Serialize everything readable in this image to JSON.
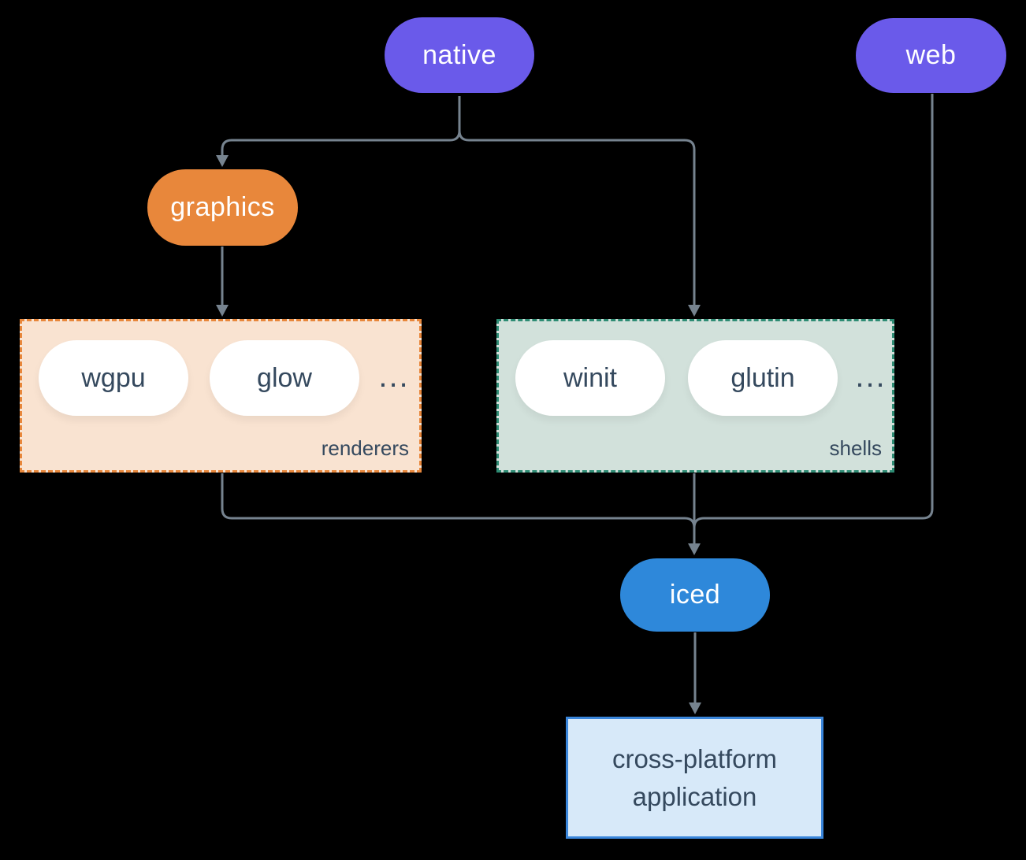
{
  "nodes": {
    "native": {
      "label": "native",
      "color": "#6a5aea"
    },
    "web": {
      "label": "web",
      "color": "#6a5aea"
    },
    "graphics": {
      "label": "graphics",
      "color": "#e8873b"
    },
    "iced": {
      "label": "iced",
      "color": "#2e88da"
    },
    "application": {
      "label": "cross-platform application",
      "fill": "#d7e9f9",
      "border": "#3a86db"
    }
  },
  "groups": {
    "renderers": {
      "label": "renderers",
      "items": [
        "wgpu",
        "glow"
      ],
      "ellipsis": "...",
      "fill": "#f9e3d1",
      "border": "#e8873b"
    },
    "shells": {
      "label": "shells",
      "items": [
        "winit",
        "glutin"
      ],
      "ellipsis": "...",
      "fill": "#d2e1db",
      "border": "#2e8c74"
    }
  },
  "edges": [
    {
      "from": "native",
      "to": "graphics"
    },
    {
      "from": "native",
      "to": "shells"
    },
    {
      "from": "graphics",
      "to": "renderers"
    },
    {
      "from": "renderers",
      "to": "iced"
    },
    {
      "from": "shells",
      "to": "iced"
    },
    {
      "from": "web",
      "to": "iced"
    },
    {
      "from": "iced",
      "to": "application"
    }
  ],
  "colors": {
    "background": "#000000",
    "connector": "#76838f",
    "text_dark": "#35495e",
    "text_light": "#ffffff",
    "node_pill_text": "#ffffff"
  }
}
